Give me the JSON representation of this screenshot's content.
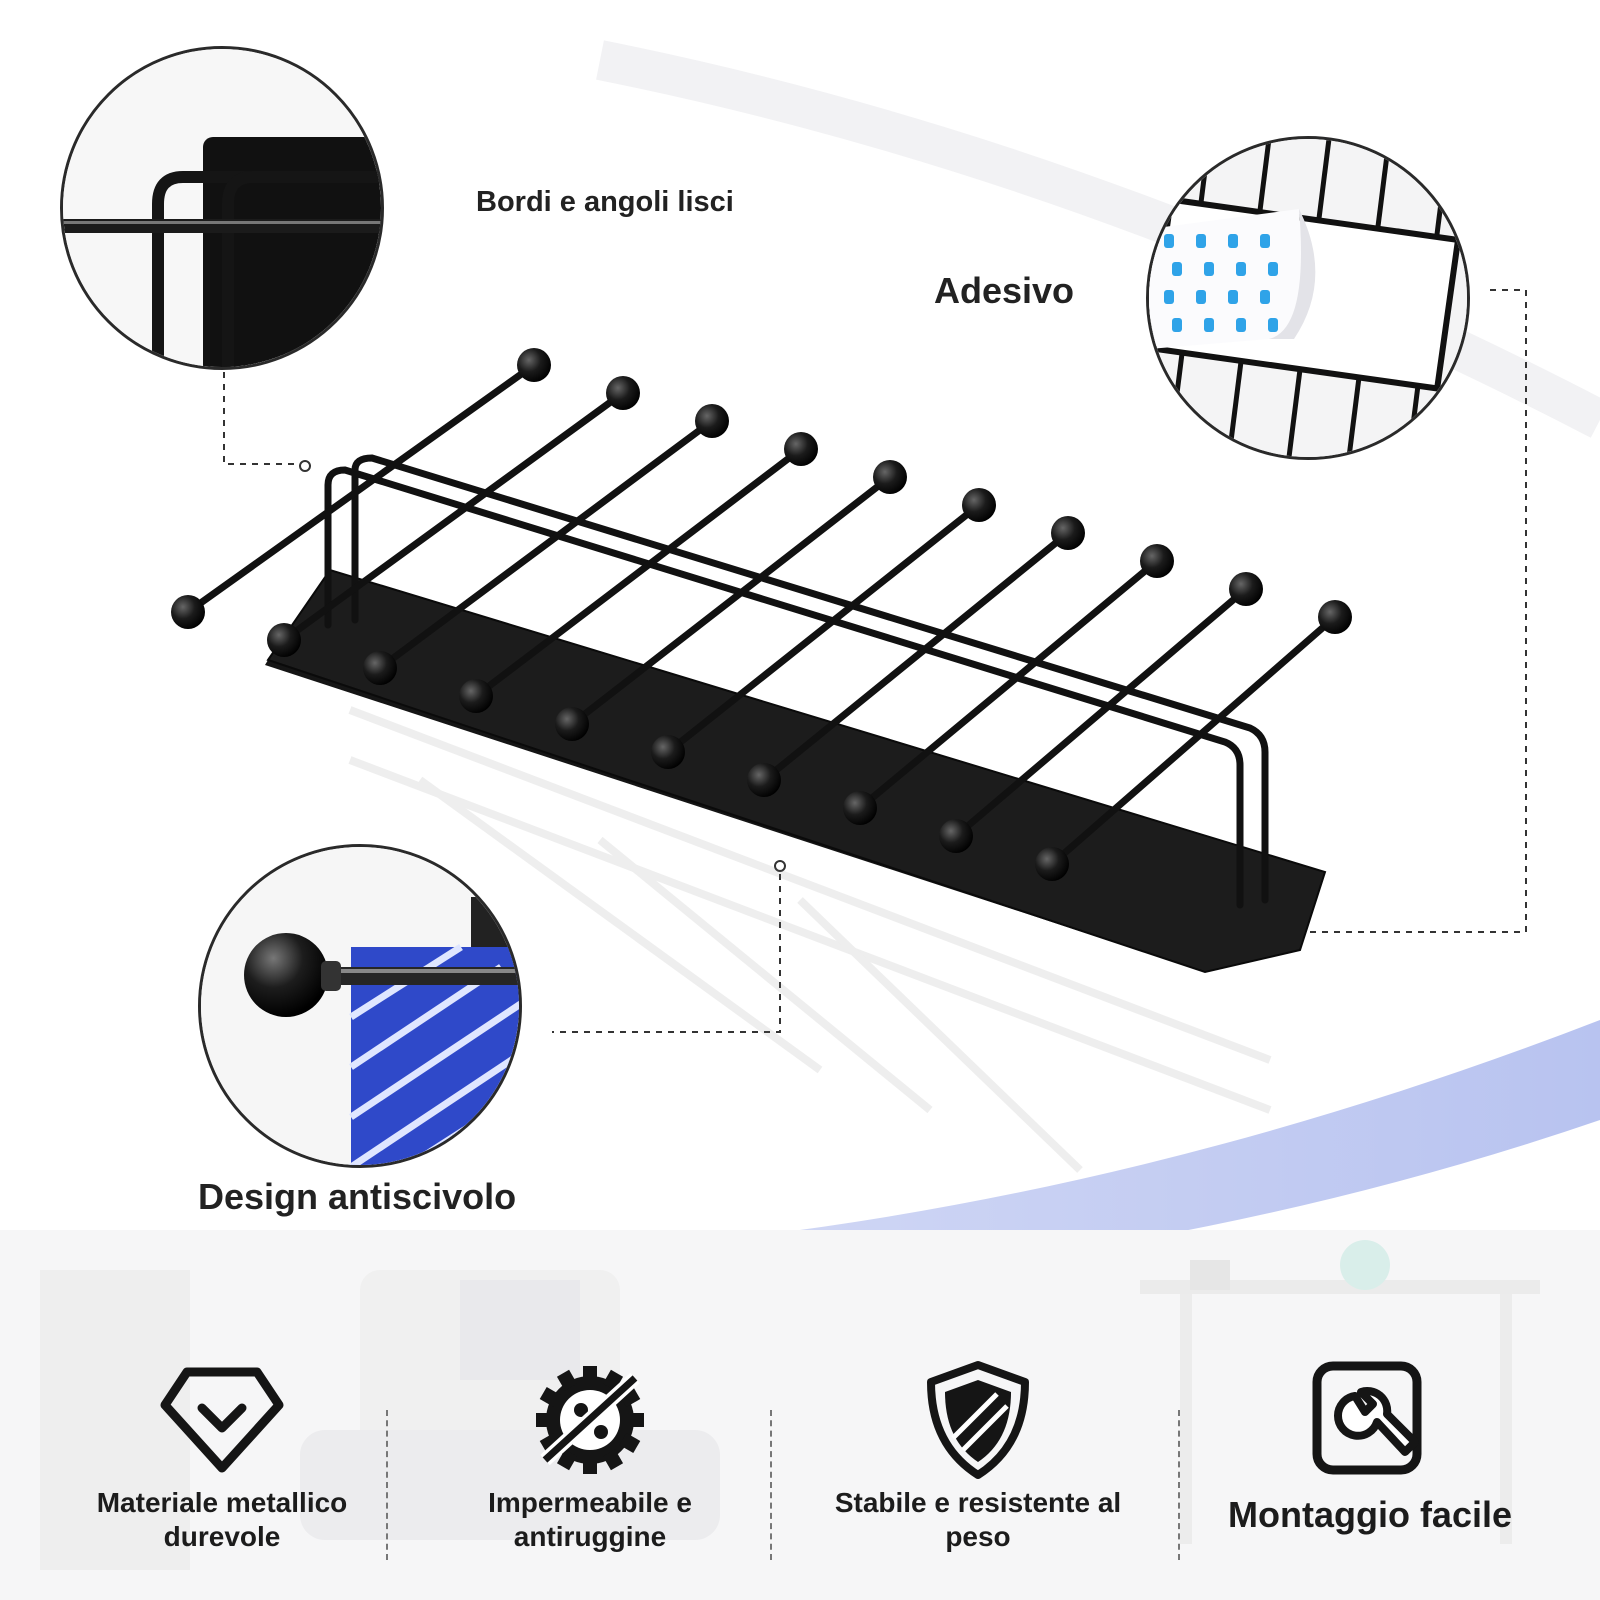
{
  "callouts": {
    "edges_label": "Bordi e angoli lisci",
    "adhesive_label": "Adesivo",
    "antislip_label": "Design antiscivolo"
  },
  "features": [
    {
      "icon": "diamond-check-icon",
      "label": "Materiale metallico durevole"
    },
    {
      "icon": "waterproof-gear-icon",
      "label": "Impermeabile e antiruggine"
    },
    {
      "icon": "shield-icon",
      "label": "Stabile e resistente al peso"
    },
    {
      "icon": "wrench-tool-icon",
      "label": "Montaggio facile"
    }
  ],
  "colors": {
    "metal": "#111111",
    "swoosh": "#c9d1f3",
    "tie_blue": "#2f49c9",
    "adhesive_dots": "#2fa3e8"
  }
}
